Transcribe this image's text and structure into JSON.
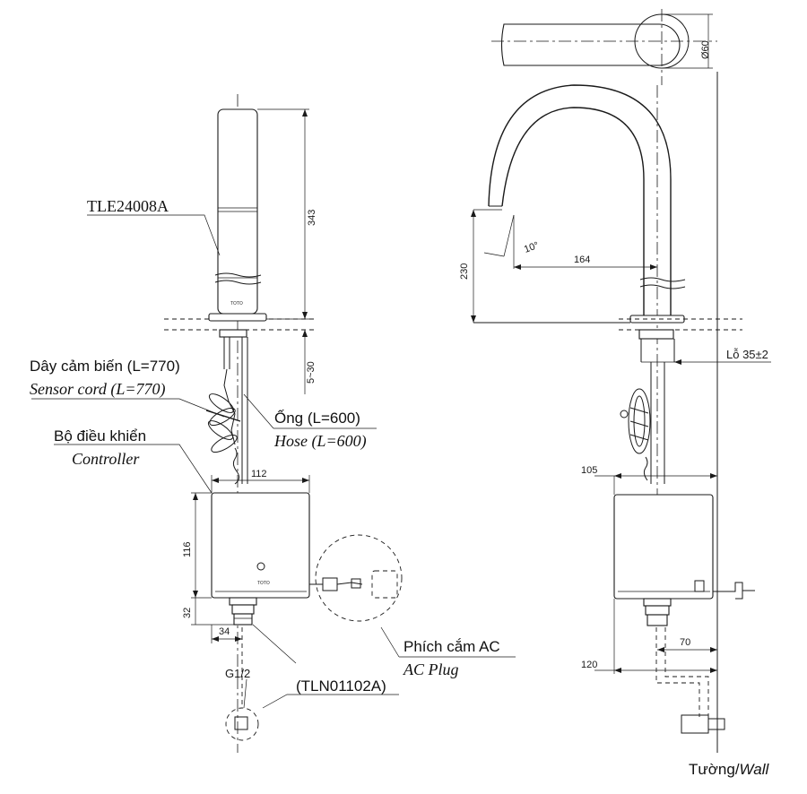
{
  "labels": {
    "model_faucet": "TLE24008A",
    "sensor_cord_vi": "Dây cảm biến (L=770)",
    "sensor_cord_en": "Sensor cord (L=770)",
    "hose_vi": "Ống (L=600)",
    "hose_en": "Hose (L=600)",
    "controller_vi": "Bộ điều khiển",
    "controller_en": "Controller",
    "ac_plug_vi": "Phích cắm AC",
    "ac_plug_en": "AC Plug",
    "thread": "G1/2",
    "model_valve": "(TLN01102A)",
    "hole": "Lỗ 35±2",
    "wall_vi": "Tường/",
    "wall_en": "Wall",
    "brand_mark": "TOTO"
  },
  "dimensions": {
    "spout_height": "343",
    "deck_thickness": "5~30",
    "controller_width": "112",
    "controller_height": "116",
    "bottom_fitting_height": "32",
    "fitting_offset": "34",
    "body_diameter": "Ø60",
    "outlet_height": "230",
    "spout_reach": "164",
    "spout_angle": "10°",
    "controller_depth": "105",
    "valve_offset": "70",
    "wall_distance": "120"
  }
}
